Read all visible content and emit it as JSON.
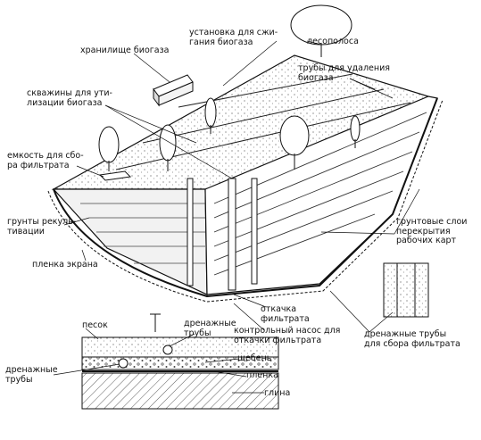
{
  "labels": {
    "biogas_storage": "хранилище биогаза",
    "burner": "установка для сжи-\nгания биогаза",
    "forest_belt": "лесополоса",
    "removal_pipes": "трубы для удаления\nбиогаза",
    "wells": "скважины для ути-\nлизации биогаза",
    "filtrate_tank": "емкость для сбо-\nра фильтрата",
    "recult_soil": "грунты рекуль-\nтивации",
    "cover_soil": "грунтовые слои\nперекрытия\nрабочих карт",
    "screen_film": "пленка экрана",
    "pumping": "откачка\nфильтрата",
    "control_pump": "контрольный насос для\nоткачки фильтрата",
    "drain_pipes_right": "дренажные трубы\nдля сбора фильтрата",
    "sand": "песок",
    "drain_pipes_detail": "дренажные\nтрубы",
    "gravel": "щебень",
    "film": "пленка",
    "drain_pipes_left": "дренажные\nтрубы",
    "clay": "глина"
  }
}
